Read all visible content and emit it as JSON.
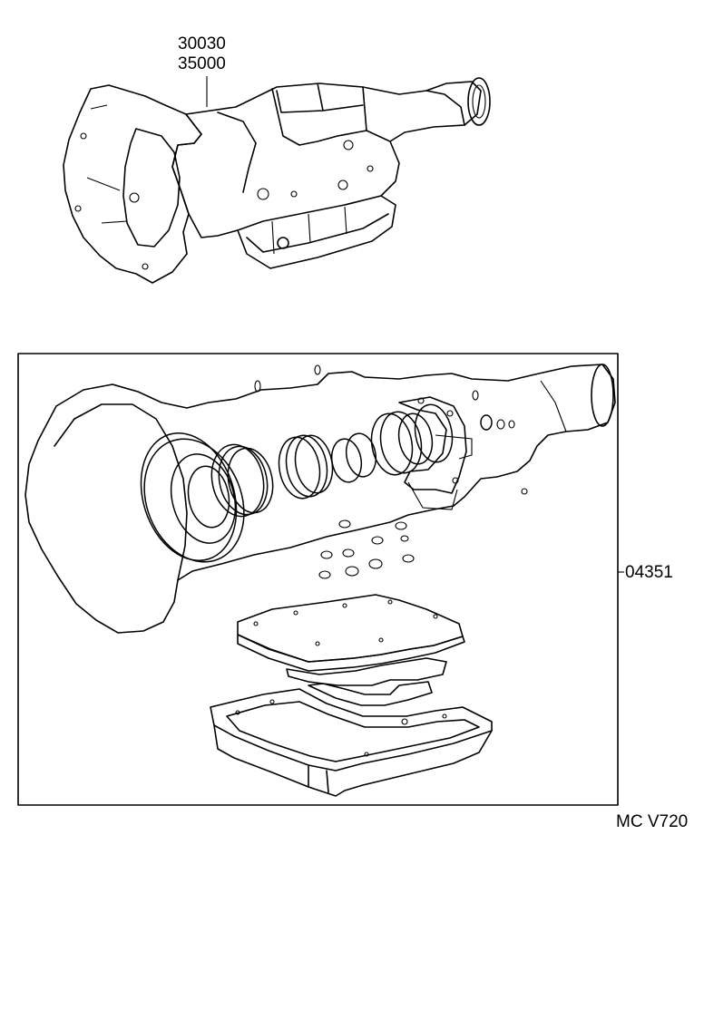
{
  "labels": {
    "transmission_part_1": "30030",
    "transmission_part_2": "35000",
    "overhaul_kit_part": "04351",
    "diagram_code": "MC V720"
  }
}
